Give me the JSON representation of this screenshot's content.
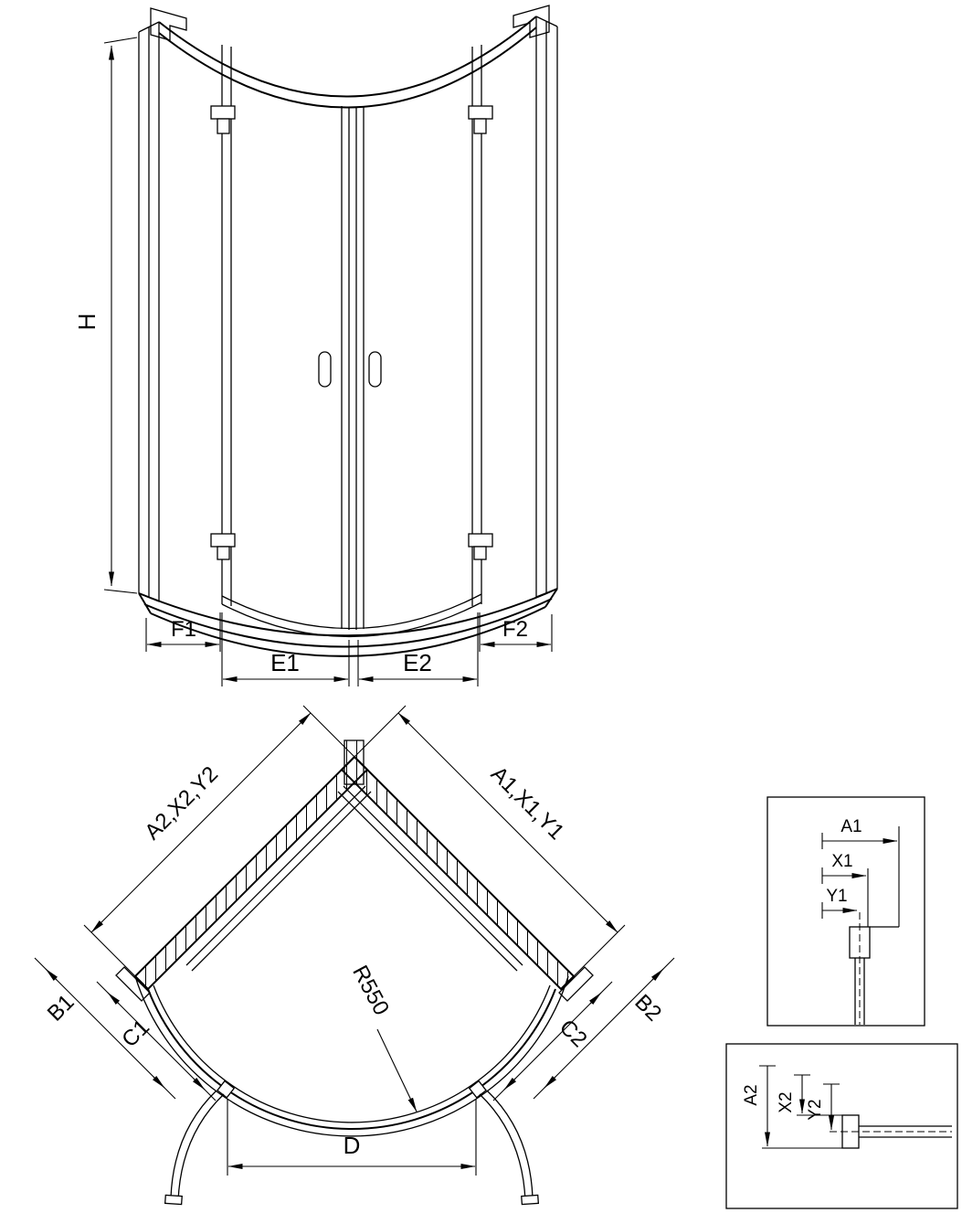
{
  "page": {
    "background": "#ffffff",
    "line_color": "#000000",
    "description": "Technical dimension drawing of a quadrant corner shower enclosure: front elevation, plan view and two wall-profile detail views"
  },
  "elevation": {
    "height_label": "H",
    "bottom_dims": {
      "f1": "F1",
      "e1": "E1",
      "e2": "E2",
      "f2": "F2"
    }
  },
  "plan": {
    "left_wall_label": "A2,X2,Y2",
    "right_wall_label": "A1,X1,Y1",
    "b1": "B1",
    "b2": "B2",
    "c1": "C1",
    "c2": "C2",
    "radius_label": "R550",
    "d": "D"
  },
  "detail_top": {
    "a1": "A1",
    "x1": "X1",
    "y1": "Y1"
  },
  "detail_bottom": {
    "a2": "A2",
    "x2": "X2",
    "y2": "Y2"
  }
}
